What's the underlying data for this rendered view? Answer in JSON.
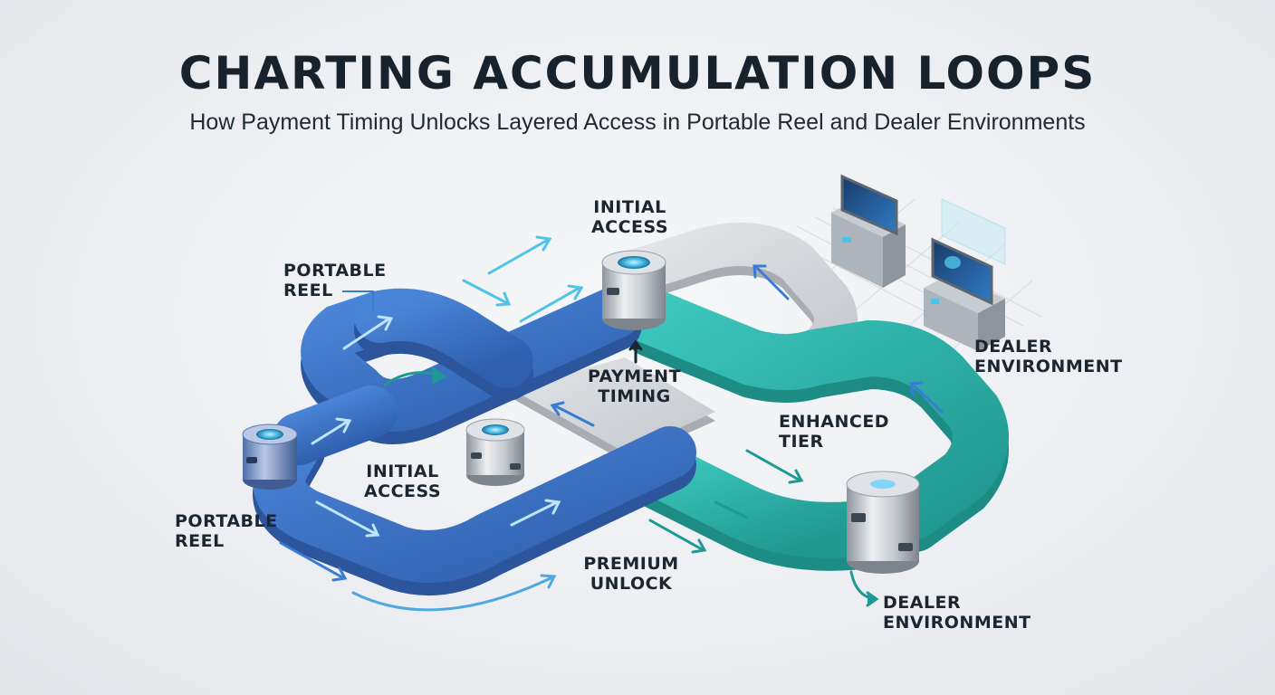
{
  "title": "CHARTING ACCUMULATION LOOPS",
  "subtitle": "How Payment Timing Unlocks Layered Access in Portable Reel and Dealer Environments",
  "labels": {
    "portable_reel_top": [
      "PORTABLE",
      "REEL"
    ],
    "portable_reel_bottom": [
      "PORTABLE",
      "REEL"
    ],
    "initial_access_top": [
      "INITIAL",
      "ACCESS"
    ],
    "initial_access_mid": [
      "INITIAL",
      "ACCESS"
    ],
    "payment_timing": [
      "PAYMENT",
      "TIMING"
    ],
    "enhanced_tier": [
      "ENHANCED",
      "TIER"
    ],
    "premium_unlock": [
      "PREMIUM",
      "UNLOCK"
    ],
    "dealer_environment_top": [
      "DEALER",
      "ENVIRONMENT"
    ],
    "dealer_environment_bottom": [
      "DEALER",
      "ENVIRONMENT"
    ]
  },
  "colors": {
    "blue_track": "#3d6fc0",
    "blue_track_side": "#2c559b",
    "teal_track": "#2bb1a8",
    "teal_track_side": "#1d8c85",
    "gray_track": "#d4d7db",
    "gray_track_side": "#a9adb3",
    "arrow_cyan": "#4fc3e8",
    "arrow_blue": "#3a7bd5",
    "arrow_teal": "#1f9a93"
  },
  "icons": [
    "device-cylinder-icon",
    "dealer-terminal-icon",
    "arrow-icon"
  ]
}
